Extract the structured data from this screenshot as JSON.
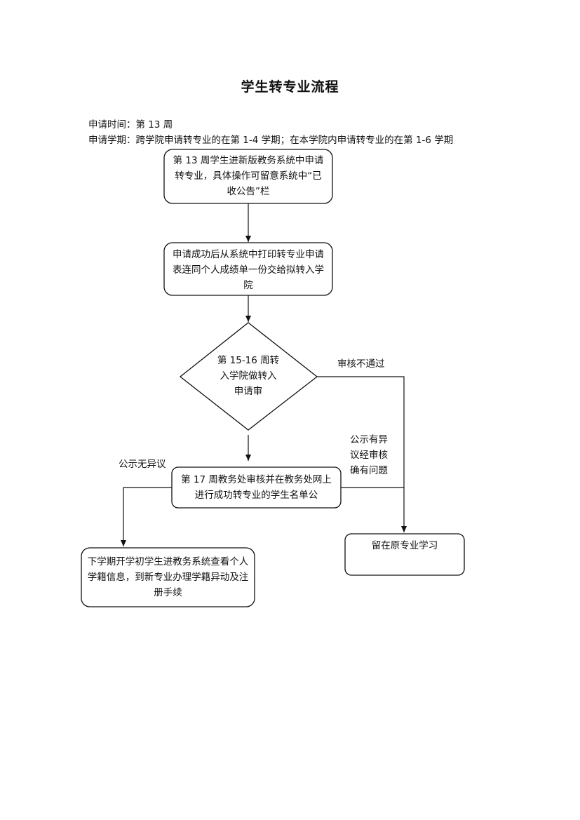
{
  "title": "学生转专业流程",
  "info": {
    "time": "申请时间：第 13 周",
    "term": "申请学期：跨学院申请转专业的在第 1-4 学期；在本学院内申请转专业的在第 1-6 学期"
  },
  "nodes": {
    "step1": "第 13 周学生进新版教务系统中申请转专业，具体操作可留意系统中“已收公告”栏",
    "step2": "申请成功后从系统中打印转专业申请表连同个人成绩单一份交给拟转入学院",
    "decision": "第 15-16 周转入学院做转入申请审",
    "step3": "第 17 周教务处审核并在教务处网上进行成功转专业的学生名单公",
    "step4": "下学期开学初学生进教务系统查看个人学籍信息，到新专业办理学籍异动及注册手续",
    "stay": "留在原专业学习"
  },
  "labels": {
    "reject": "审核不通过",
    "objection": "公示有异议经审核确有问题",
    "no_objection": "公示无异议"
  }
}
